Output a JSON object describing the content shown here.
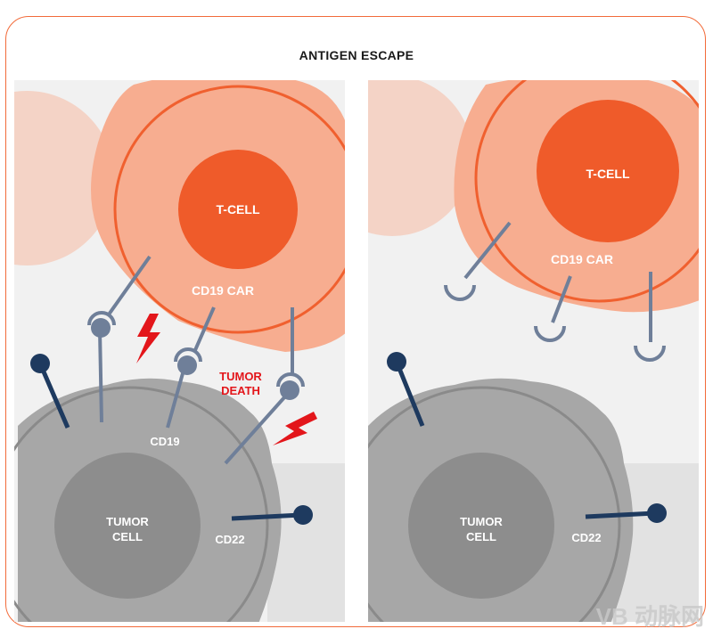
{
  "title": "ANTIGEN ESCAPE",
  "panels": [
    {
      "t_cell_label": "T-CELL",
      "car_label": "CD19 CAR",
      "tumor_label_line1": "TUMOR",
      "tumor_label_line2": "CELL",
      "cd19_label": "CD19",
      "cd22_label": "CD22",
      "death_label_line1": "TUMOR",
      "death_label_line2": "DEATH"
    },
    {
      "t_cell_label": "T-CELL",
      "car_label": "CD19 CAR",
      "tumor_label_line1": "TUMOR",
      "tumor_label_line2": "CELL",
      "cd22_label": "CD22"
    }
  ],
  "watermark": "VB 动脉网",
  "colors": {
    "frame": "#f26b3a",
    "t_cell_outer": "#f7ad90",
    "t_cell_ring": "#f0602f",
    "t_cell_nucleus": "#ef5b2a",
    "tumor_body": "#a7a7a7",
    "tumor_nucleus": "#8d8d8d",
    "receptor": "#6f7f99",
    "cd22": "#1e3a5f",
    "lightning": "#e3161b"
  }
}
